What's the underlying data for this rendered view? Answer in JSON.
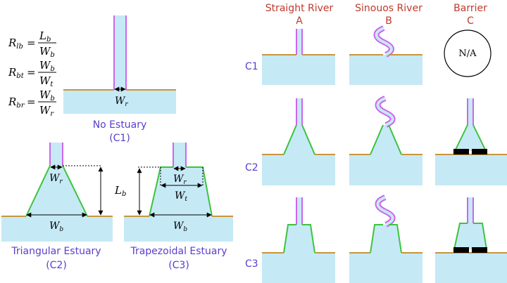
{
  "colors": {
    "water": "#c6e9f6",
    "shore": "#c8963c",
    "estuary_edge": "#3cc43c",
    "river_edge": "#cc66ee",
    "caption": "#5a3cd0",
    "column_header": "#c0392b",
    "barrier": "#000000",
    "arrow": "#000000"
  },
  "formulas": [
    {
      "lhs": "R",
      "lhs_sub": "lb",
      "num": "L",
      "num_sub": "b",
      "den": "W",
      "den_sub": "b"
    },
    {
      "lhs": "R",
      "lhs_sub": "bt",
      "num": "W",
      "num_sub": "b",
      "den": "W",
      "den_sub": "t"
    },
    {
      "lhs": "R",
      "lhs_sub": "br",
      "num": "W",
      "num_sub": "b",
      "den": "W",
      "den_sub": "r"
    }
  ],
  "captions": {
    "no_estuary": {
      "line1": "No Estuary",
      "line2": "(C1)"
    },
    "triangular": {
      "line1": "Triangular Estuary",
      "line2": "(C2)"
    },
    "trapezoidal": {
      "line1": "Trapezoidal Estuary",
      "line2": "(C3)"
    }
  },
  "dimension_labels": {
    "Wr": {
      "base": "W",
      "sub": "r"
    },
    "Wb": {
      "base": "W",
      "sub": "b"
    },
    "Wt": {
      "base": "W",
      "sub": "t"
    },
    "Lb": {
      "base": "L",
      "sub": "b"
    }
  },
  "columns": [
    {
      "title": "Straight River",
      "letter": "A"
    },
    {
      "title": "Sinouos River",
      "letter": "B"
    },
    {
      "title": "Barrier",
      "letter": "C"
    }
  ],
  "rows": [
    {
      "label": "C1"
    },
    {
      "label": "C2"
    },
    {
      "label": "C3"
    }
  ],
  "na_label": "N/A"
}
